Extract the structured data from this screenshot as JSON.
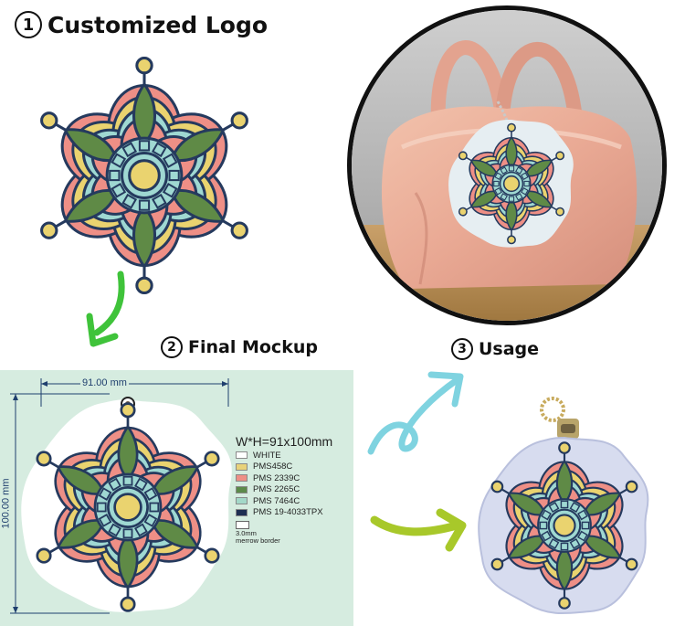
{
  "steps": [
    {
      "num": "1",
      "label": "Customized Logo"
    },
    {
      "num": "2",
      "label": "Final Mockup"
    },
    {
      "num": "3",
      "label": "Usage"
    }
  ],
  "mockup": {
    "width_label": "91.00 mm",
    "height_label": "100.00 mm",
    "spec_title": "W*H=91x100mm",
    "colors": [
      {
        "name": "WHITE",
        "hex": "#ffffff"
      },
      {
        "name": "PMS458C",
        "hex": "#e8d27a"
      },
      {
        "name": "PMS 2339C",
        "hex": "#ee8f86"
      },
      {
        "name": "PMS 2265C",
        "hex": "#5c8a4a"
      },
      {
        "name": "PMS 7464C",
        "hex": "#a3d8c8"
      },
      {
        "name": "PMS 19-4033TPX",
        "hex": "#1e2f52"
      }
    ],
    "border_note_line1": "3.0mm",
    "border_note_line2": "merrow border"
  },
  "palette": {
    "navy": "#253a5e",
    "pink": "#ee8f86",
    "yellow": "#ead36f",
    "teal": "#9fd8d2",
    "green": "#5f8a46",
    "mockup_bg": "#d6ece0",
    "arrow_green": "#3fc33a",
    "arrow_teal": "#7fd3e0",
    "arrow_yellow": "#a8c82a"
  }
}
